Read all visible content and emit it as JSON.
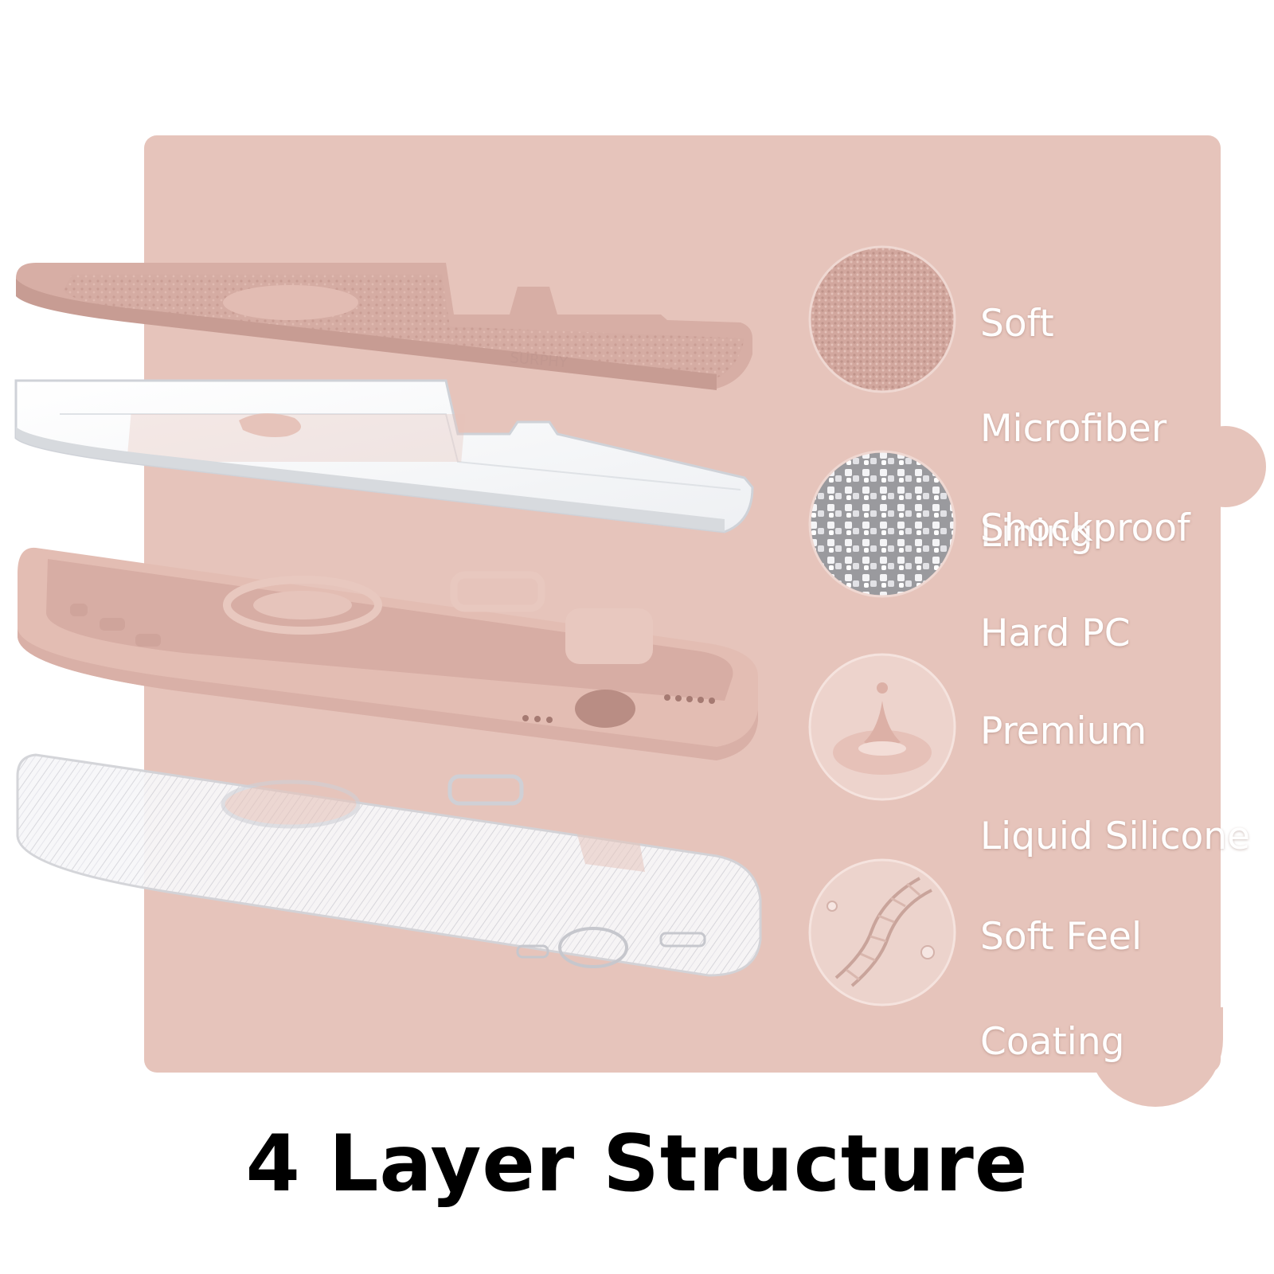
{
  "colors": {
    "panel": "#e6c4bb",
    "silicone_pink": "#e3bdb3",
    "lining_pink": "#d7aea5",
    "label_text": "#ffffff",
    "title_text": "#000000"
  },
  "title": "4 Layer Structure",
  "features": [
    {
      "lines": [
        "Soft",
        "Microfiber",
        "Lining"
      ],
      "swatch": "microfiber-texture"
    },
    {
      "lines": [
        "Shockproof",
        "Hard PC"
      ],
      "swatch": "crystal-granules"
    },
    {
      "lines": [
        "Premium",
        "Liquid Silicone"
      ],
      "swatch": "liquid-drop"
    },
    {
      "lines": [
        "Soft Feel",
        "Coating"
      ],
      "swatch": "dna-molecule"
    }
  ],
  "layers": [
    {
      "name": "microfiber-lining-layer",
      "color": "#d7aea5"
    },
    {
      "name": "hard-pc-layer",
      "color": "#ffffff"
    },
    {
      "name": "liquid-silicone-layer",
      "color": "#e3bdb3"
    },
    {
      "name": "clear-tpu-layer",
      "color": "#f6f6f8"
    }
  ]
}
